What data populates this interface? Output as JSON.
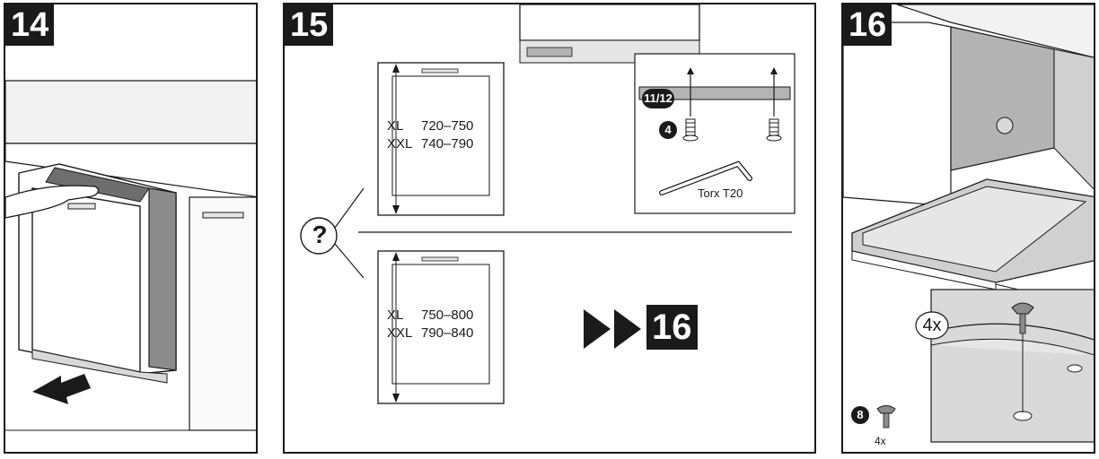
{
  "steps": {
    "p14": {
      "number": "14"
    },
    "p15": {
      "number": "15",
      "question": "?",
      "option_a": {
        "rows": [
          {
            "size": "XL",
            "range": "720–750"
          },
          {
            "size": "XXL",
            "range": "740–790"
          }
        ]
      },
      "option_b": {
        "rows": [
          {
            "size": "XL",
            "range": "750–800"
          },
          {
            "size": "XXL",
            "range": "790–840"
          }
        ]
      },
      "detail": {
        "callout_part": "11/12",
        "callout_screw": "4",
        "tool": "Torx T20"
      },
      "goto_step": "16"
    },
    "p16": {
      "number": "16",
      "quantity_detail": "4x",
      "part_callout": "8",
      "part_quantity": "4x"
    }
  },
  "colors": {
    "ink": "#1a1a1a",
    "gray_fill": "#b3b3b3",
    "light_gray": "#e6e6e6",
    "mid_gray": "#8c8c8c"
  }
}
